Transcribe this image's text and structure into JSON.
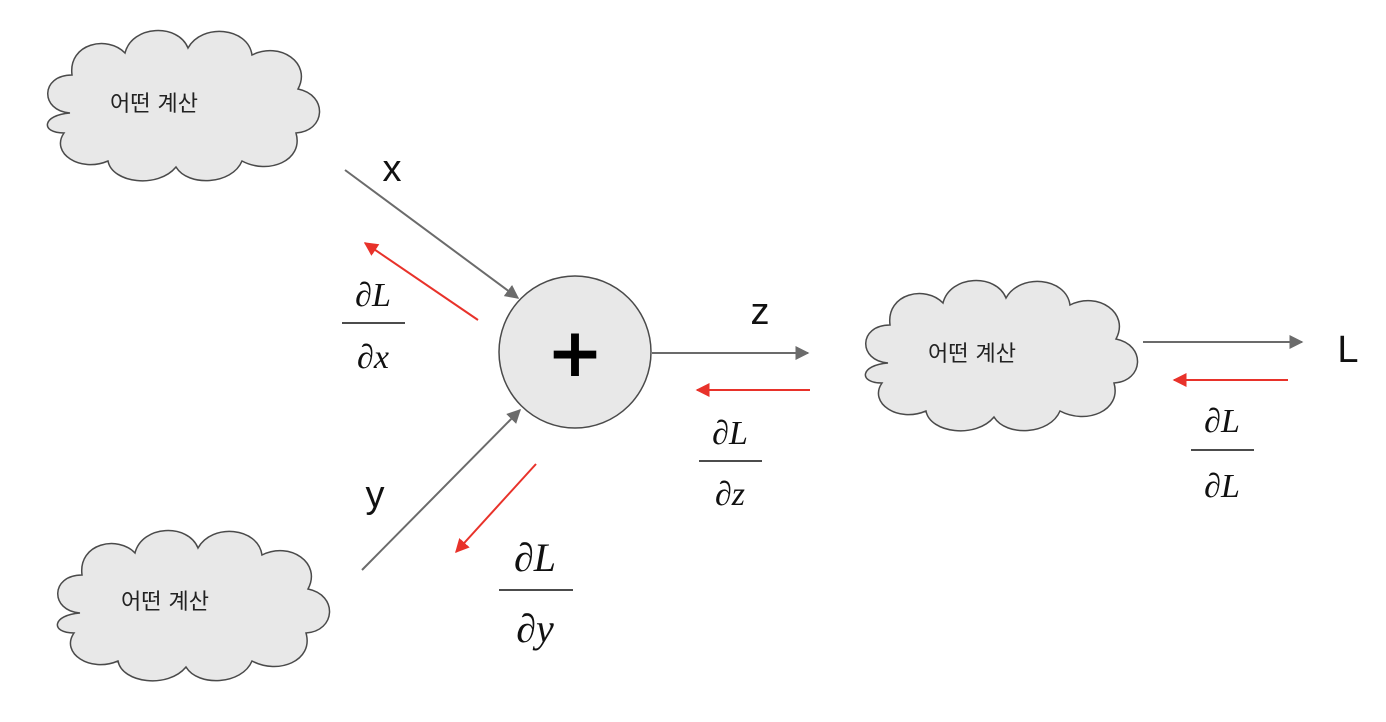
{
  "diagram": {
    "clouds": [
      {
        "id": "cloud-top-left",
        "label": "어떤 계산"
      },
      {
        "id": "cloud-bottom-left",
        "label": "어떤 계산"
      },
      {
        "id": "cloud-right",
        "label": "어떤 계산"
      }
    ],
    "node": {
      "symbol": "+"
    },
    "variables": {
      "x": "x",
      "y": "y",
      "z": "z",
      "L": "L"
    },
    "gradients": {
      "dLdx": {
        "num": "∂L",
        "den": "∂x"
      },
      "dLdy": {
        "num": "∂L",
        "den": "∂y"
      },
      "dLdz": {
        "num": "∂L",
        "den": "∂z"
      },
      "dLdL": {
        "num": "∂L",
        "den": "∂L"
      }
    },
    "colors": {
      "forward_arrow": "#6b6b6b",
      "backward_arrow": "#e8322a",
      "cloud_fill": "#e8e8e8",
      "cloud_stroke": "#4a4a4a",
      "node_fill": "#e8e8e8"
    }
  }
}
